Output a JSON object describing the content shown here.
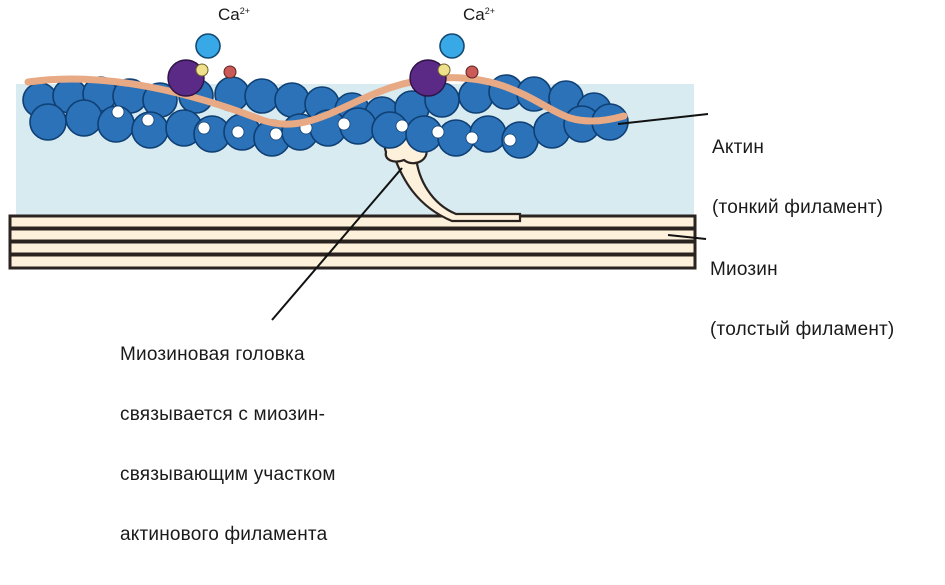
{
  "calcium": {
    "symbol": "Ca",
    "charge": "2+"
  },
  "labels": {
    "actin": {
      "name": "Актин",
      "description": "(тонкий филамент)"
    },
    "myosin": {
      "name": "Миозин",
      "description": "(толстый филамент)"
    },
    "myosin_head": {
      "lines": [
        "Миозиновая головка",
        "связывается с миозин-",
        "связывающим участком",
        "актинового филамента"
      ]
    }
  },
  "colors": {
    "background_band": "#d7ebf1",
    "actin_bead": "#2b72b8",
    "actin_bead_outline": "#0f3f73",
    "tropomyosin": "#e8a985",
    "troponin_purple": "#5b2a86",
    "troponin_yellow": "#efe08c",
    "troponin_red": "#c95a57",
    "calcium_ion": "#38a8e6",
    "myosin_fill": "#fdf1dc",
    "myosin_outline": "#2a2320",
    "binding_site": "#ffffff"
  }
}
